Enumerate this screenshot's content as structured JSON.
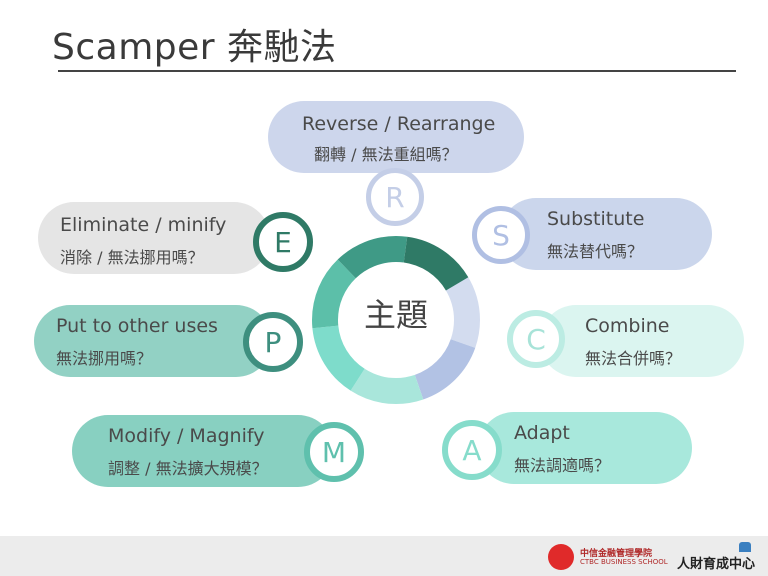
{
  "title": "Scamper 奔馳法",
  "center": {
    "label": "主題"
  },
  "items": [
    {
      "letter": "R",
      "en": "Reverse / Rearrange",
      "zh": "翻轉 / 無法重組嗎？"
    },
    {
      "letter": "S",
      "en": "Substitute",
      "zh": "無法替代嗎？"
    },
    {
      "letter": "C",
      "en": "Combine",
      "zh": "無法合併嗎？"
    },
    {
      "letter": "A",
      "en": "Adapt",
      "zh": "無法調適嗎？"
    },
    {
      "letter": "M",
      "en": "Modify / Magnify",
      "zh": "調整 / 無法擴大規模？"
    },
    {
      "letter": "P",
      "en": "Put to other uses",
      "zh": "無法挪用嗎？"
    },
    {
      "letter": "E",
      "en": "Eliminate / minify",
      "zh": "消除 / 無法挪用嗎？"
    }
  ],
  "colors": {
    "R": "#c9d3ea",
    "S": "#c9d5ec",
    "C": "#d9f4ef",
    "A": "#a6e6da",
    "M": "#86cfc0",
    "P": "#8fcfc2",
    "E": "#e6e6e6",
    "badgeR": "#c2cde6",
    "badgeS": "#aebde3",
    "badgeC": "#b8ebe1",
    "badgeA": "#86dccb",
    "badgeM": "#5fc0ad",
    "badgeP": "#3e8f7f",
    "badgeE": "#2f7a66"
  },
  "footer": {
    "school_zh": "中信金融管理學院",
    "school_en": "CTBC BUSINESS SCHOOL",
    "center_name": "人財育成中心"
  }
}
